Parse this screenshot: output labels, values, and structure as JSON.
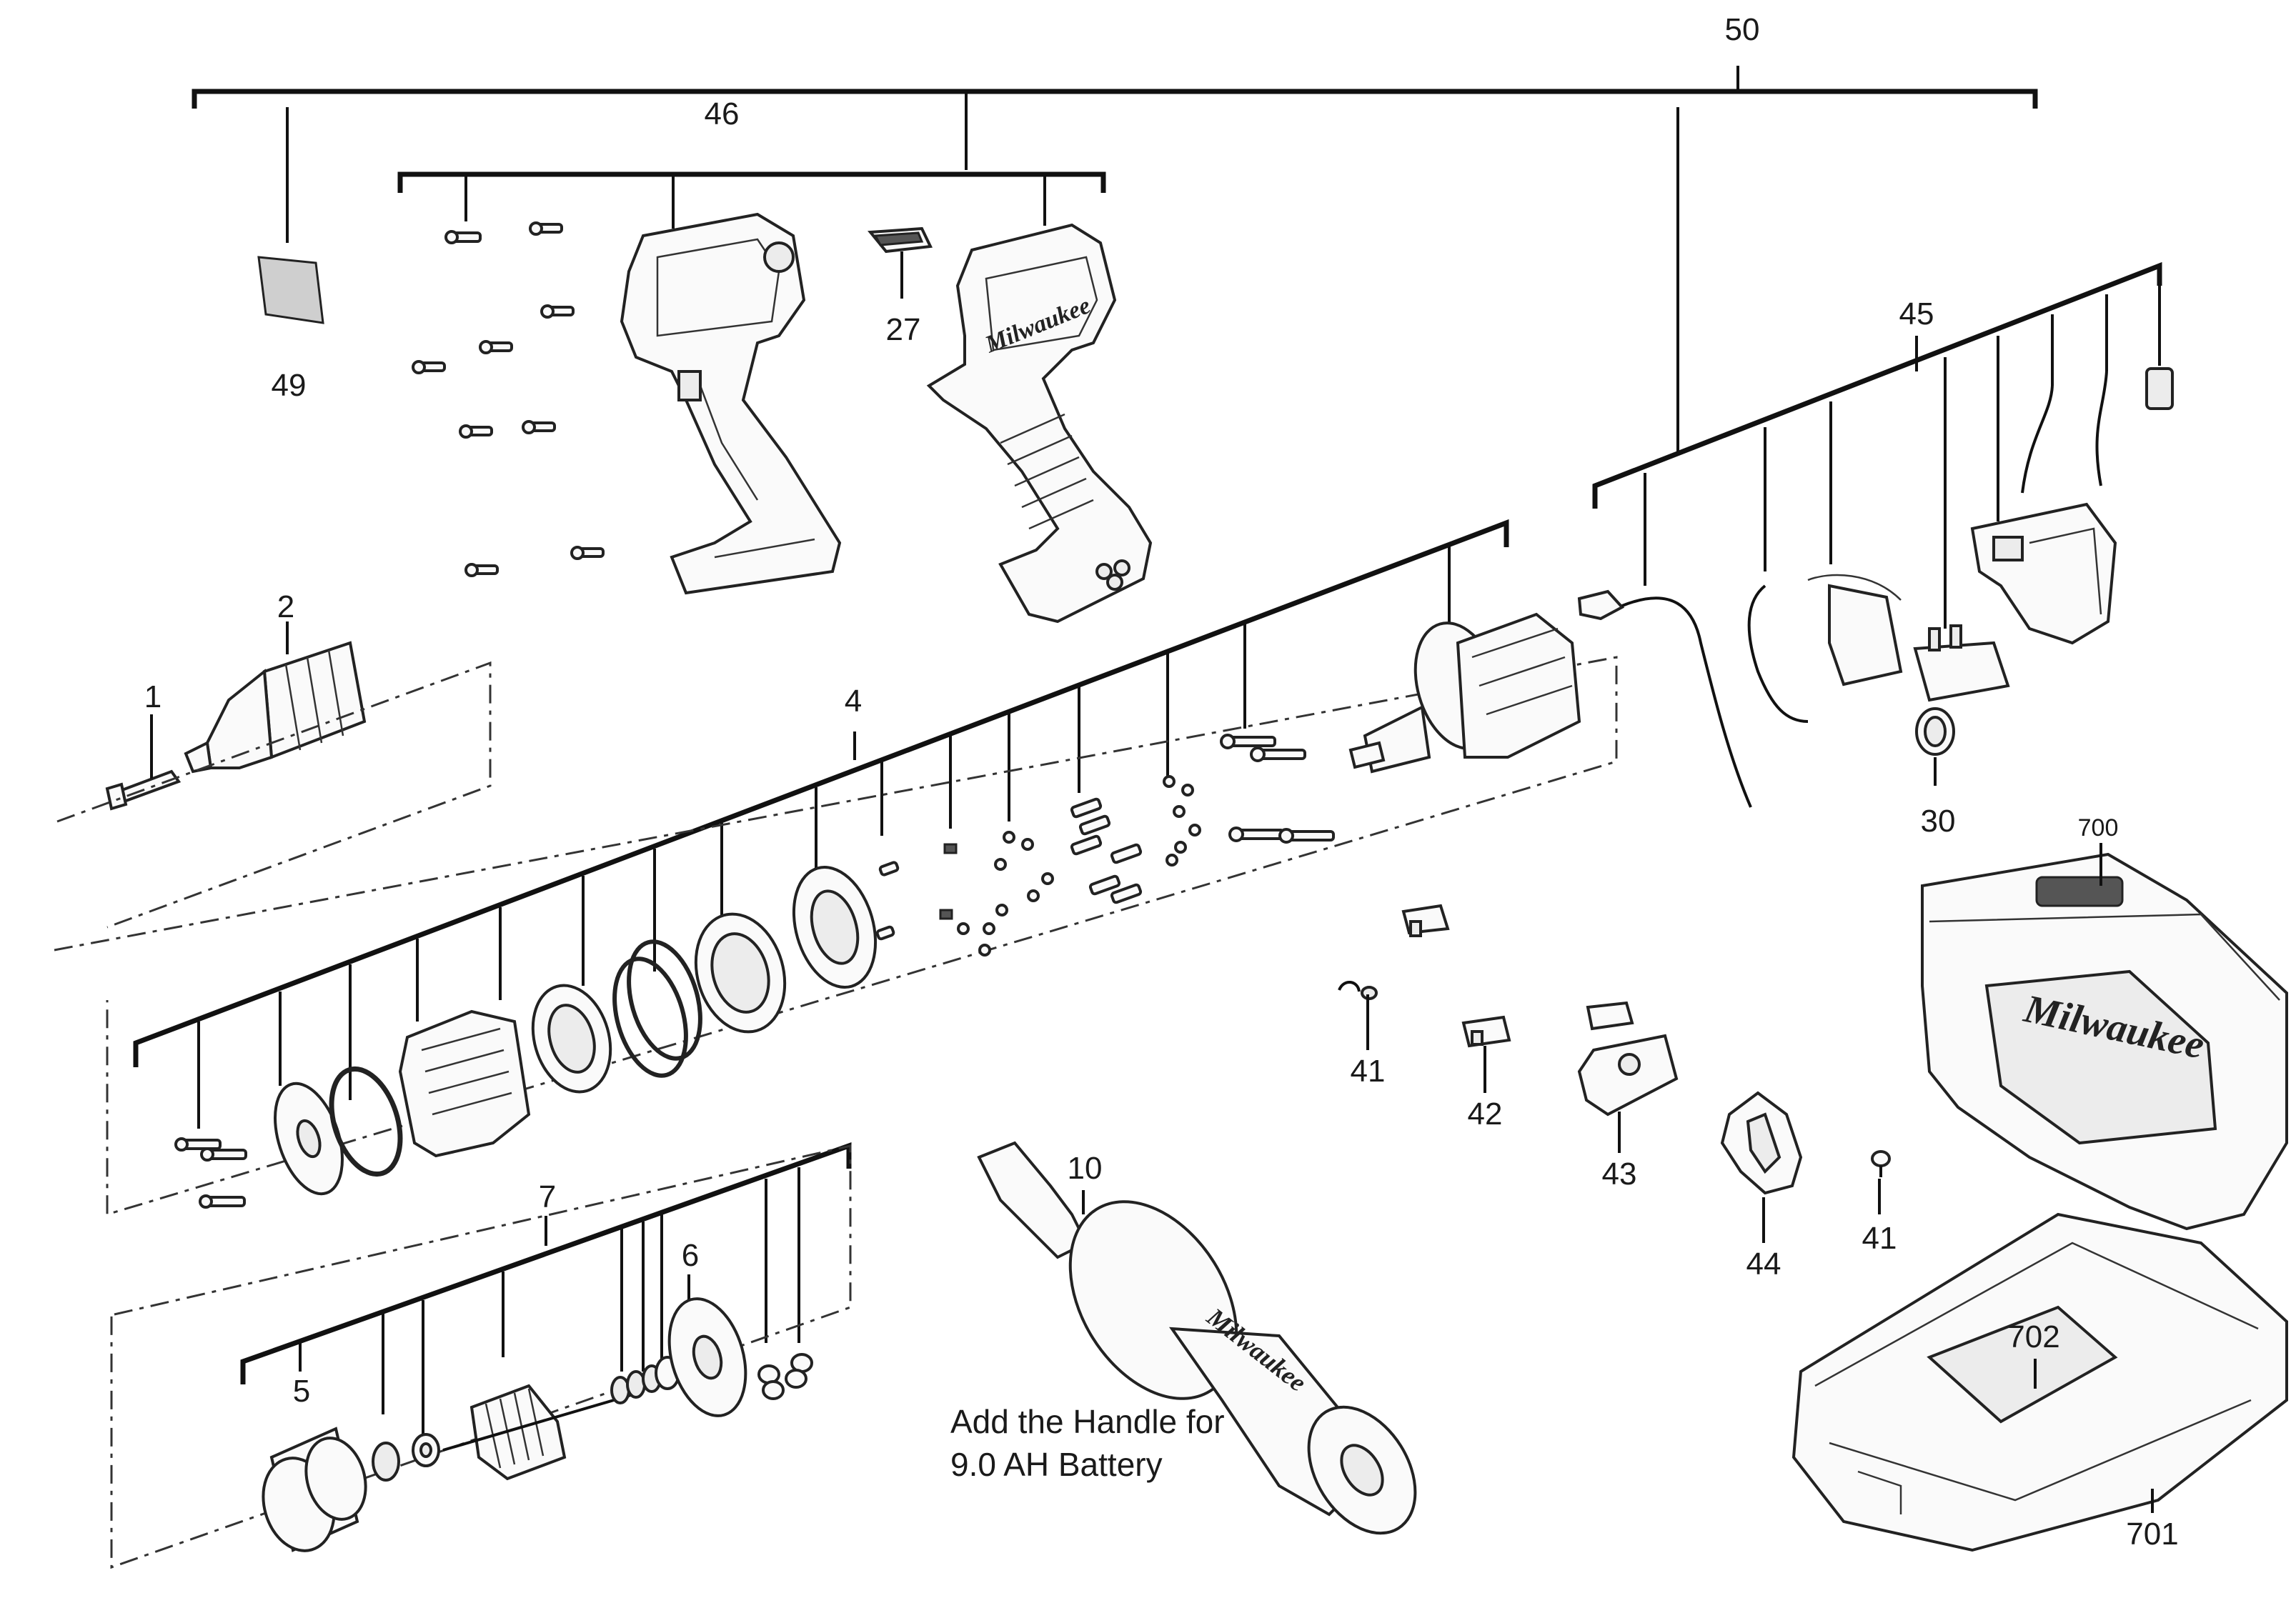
{
  "diagram": {
    "callouts": {
      "c50": "50",
      "c46": "46",
      "c49": "49",
      "c27": "27",
      "c45": "45",
      "c2": "2",
      "c1": "1",
      "c4": "4",
      "c30": "30",
      "c700": "700",
      "c41a": "41",
      "c42": "42",
      "c43": "43",
      "c44": "44",
      "c41b": "41",
      "c10": "10",
      "c7": "7",
      "c6": "6",
      "c5": "5",
      "c702": "702",
      "c701": "701"
    },
    "note": {
      "line1": "Add the Handle for",
      "line2": "9.0 AH Battery"
    },
    "brand": {
      "logo_text": "Milwaukee"
    }
  }
}
